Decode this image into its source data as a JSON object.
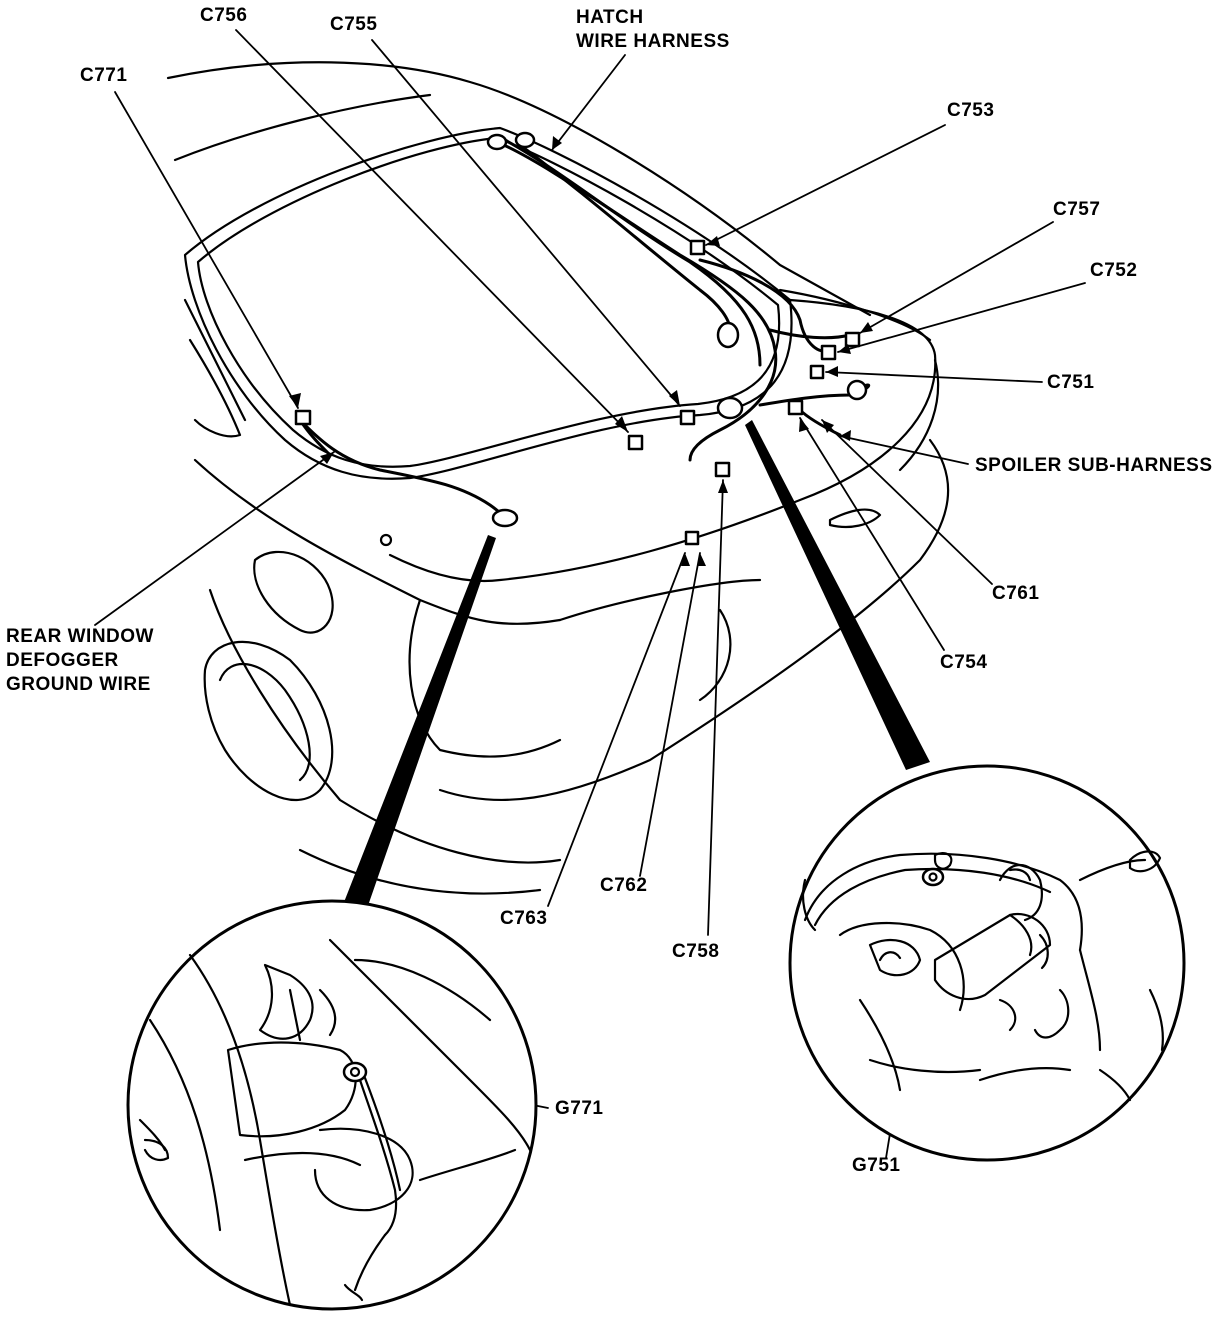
{
  "diagram": {
    "colors": {
      "ink": "#000000",
      "paper": "#ffffff"
    },
    "callouts": {
      "c756": "C756",
      "c755": "C755",
      "c771": "C771",
      "hatch_harness": [
        "HATCH",
        "WIRE HARNESS"
      ],
      "c753": "C753",
      "c757": "C757",
      "c752": "C752",
      "c751": "C751",
      "spoiler_sub_harness": "SPOILER SUB-HARNESS",
      "c761": "C761",
      "c754": "C754",
      "defogger_ground": [
        "REAR WINDOW",
        "DEFOGGER",
        "GROUND WIRE"
      ],
      "c763": "C763",
      "c762": "C762",
      "c758": "C758",
      "g771": "G771",
      "g751": "G751"
    }
  }
}
